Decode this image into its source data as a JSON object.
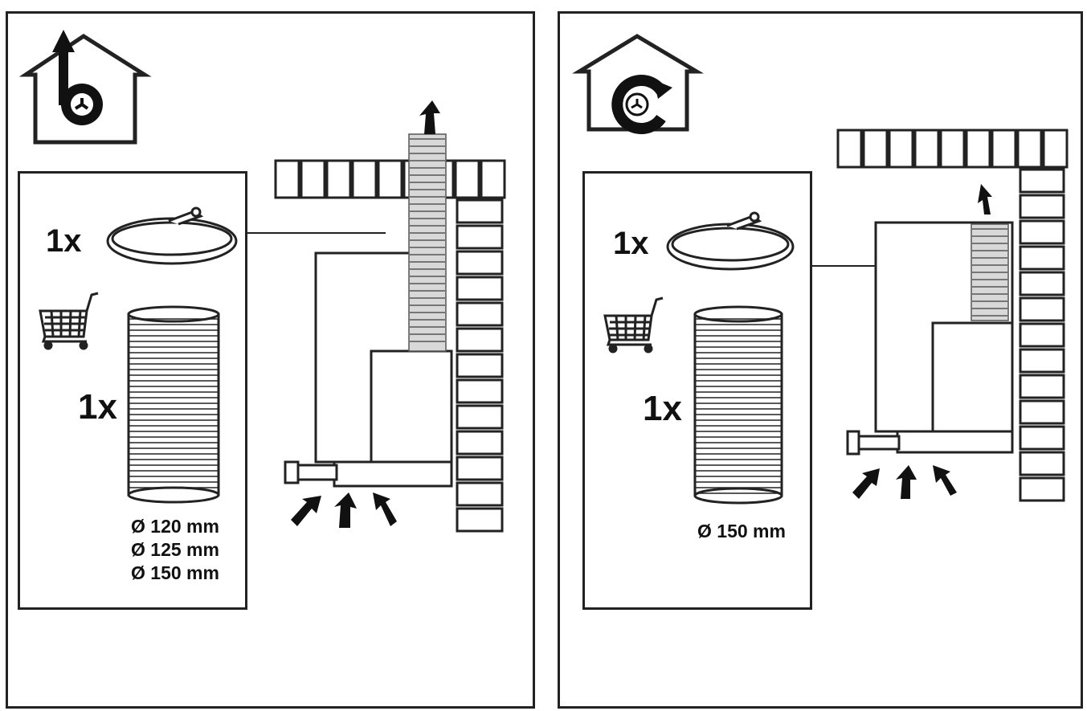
{
  "panels": [
    {
      "mode": "extraction",
      "mode_icon": "house-fan-exhaust-icon",
      "clamp_qty": "1x",
      "duct_qty": "1x",
      "diameters": [
        "Ø 120 mm",
        "Ø 125 mm",
        "Ø 150 mm"
      ]
    },
    {
      "mode": "recirculation",
      "mode_icon": "house-fan-recirculation-icon",
      "clamp_qty": "1x",
      "duct_qty": "1x",
      "diameters": [
        "Ø 150 mm"
      ]
    }
  ],
  "colors": {
    "line": "#222222",
    "duct_fill": "#d8d8d8"
  }
}
